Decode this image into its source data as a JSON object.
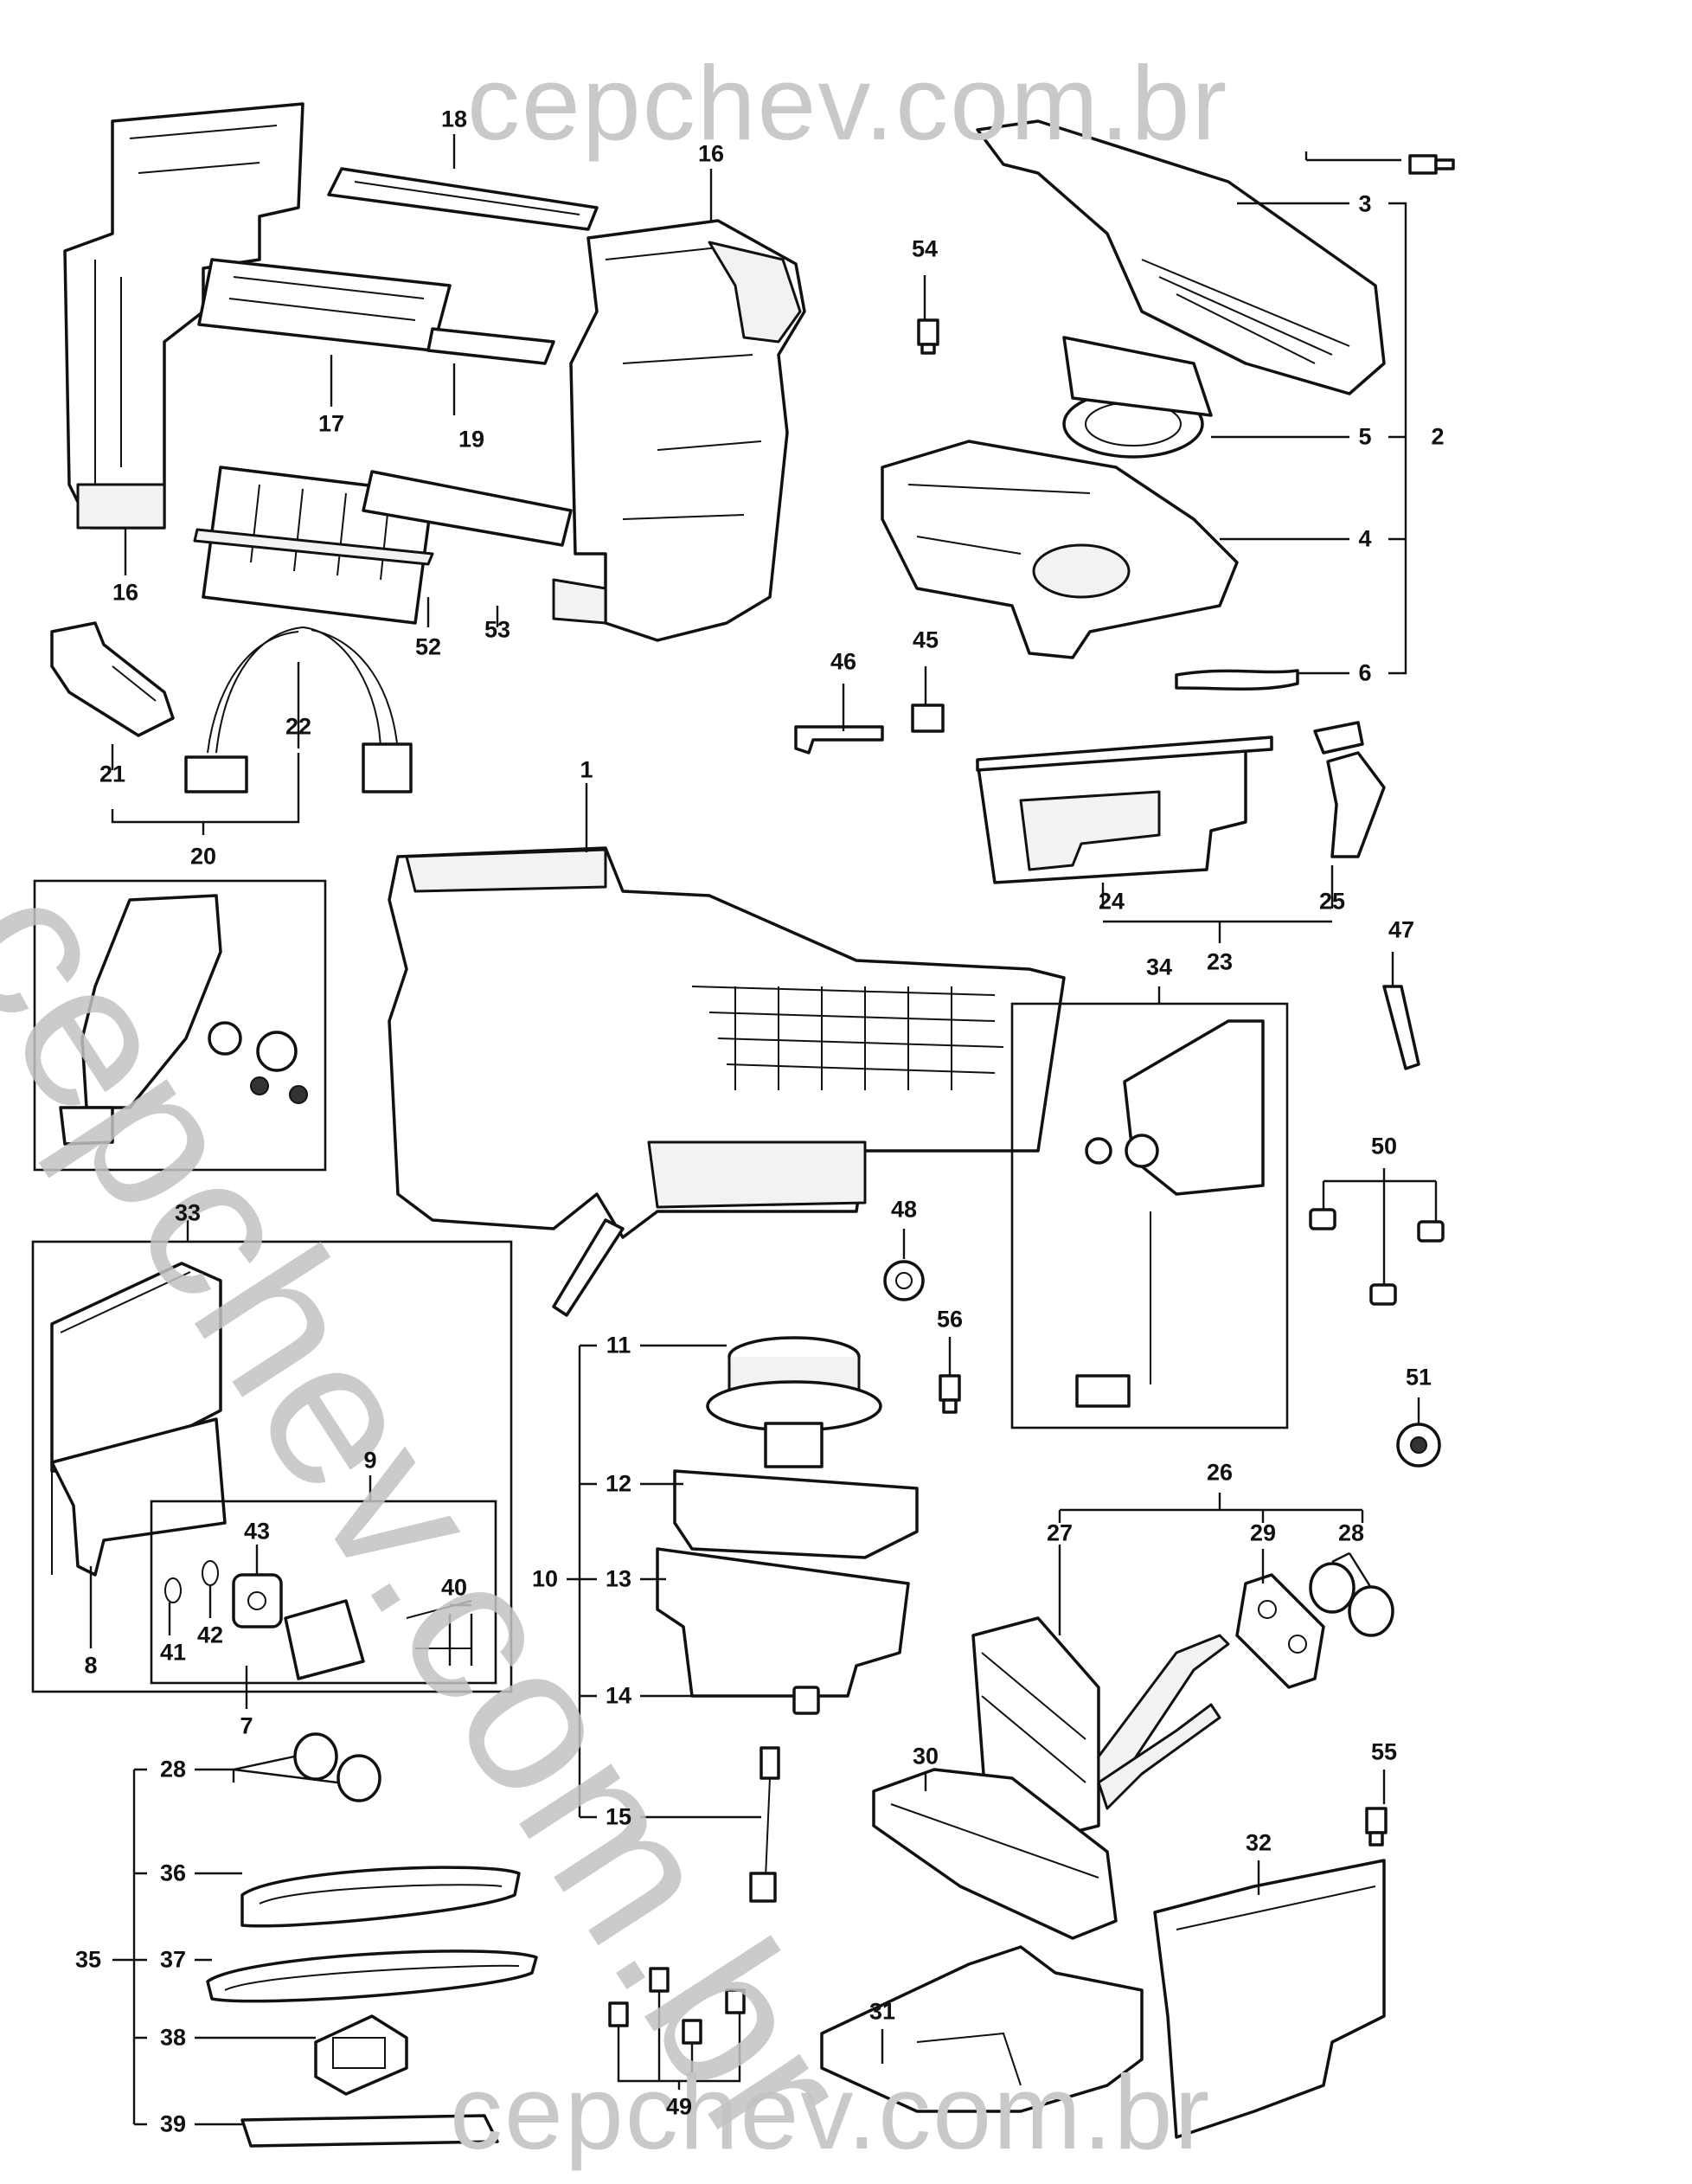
{
  "watermark": {
    "top": "cepchev.com.br",
    "bottom": "cepchev.com.br",
    "diagonal": "cepchev.com.br"
  },
  "labels": {
    "l1": "1",
    "l2": "2",
    "l3": "3",
    "l4": "4",
    "l5": "5",
    "l6": "6",
    "l7": "7",
    "l8": "8",
    "l9": "9",
    "l10": "10",
    "l11": "11",
    "l12": "12",
    "l13": "13",
    "l14": "14",
    "l15": "15",
    "l16a": "16",
    "l16b": "16",
    "l17": "17",
    "l18": "18",
    "l19": "19",
    "l20": "20",
    "l21": "21",
    "l22": "22",
    "l23": "23",
    "l24": "24",
    "l25": "25",
    "l26": "26",
    "l27": "27",
    "l28a": "28",
    "l28b": "28",
    "l29": "29",
    "l30": "30",
    "l31": "31",
    "l32": "32",
    "l33": "33",
    "l34": "34",
    "l35": "35",
    "l36": "36",
    "l37": "37",
    "l38": "38",
    "l39": "39",
    "l40": "40",
    "l41": "41",
    "l42": "42",
    "l43": "43",
    "l45": "45",
    "l46": "46",
    "l47": "47",
    "l48": "48",
    "l49": "49",
    "l50": "50",
    "l51": "51",
    "l52": "52",
    "l53": "53",
    "l54": "54",
    "l55": "55",
    "l56": "56"
  }
}
